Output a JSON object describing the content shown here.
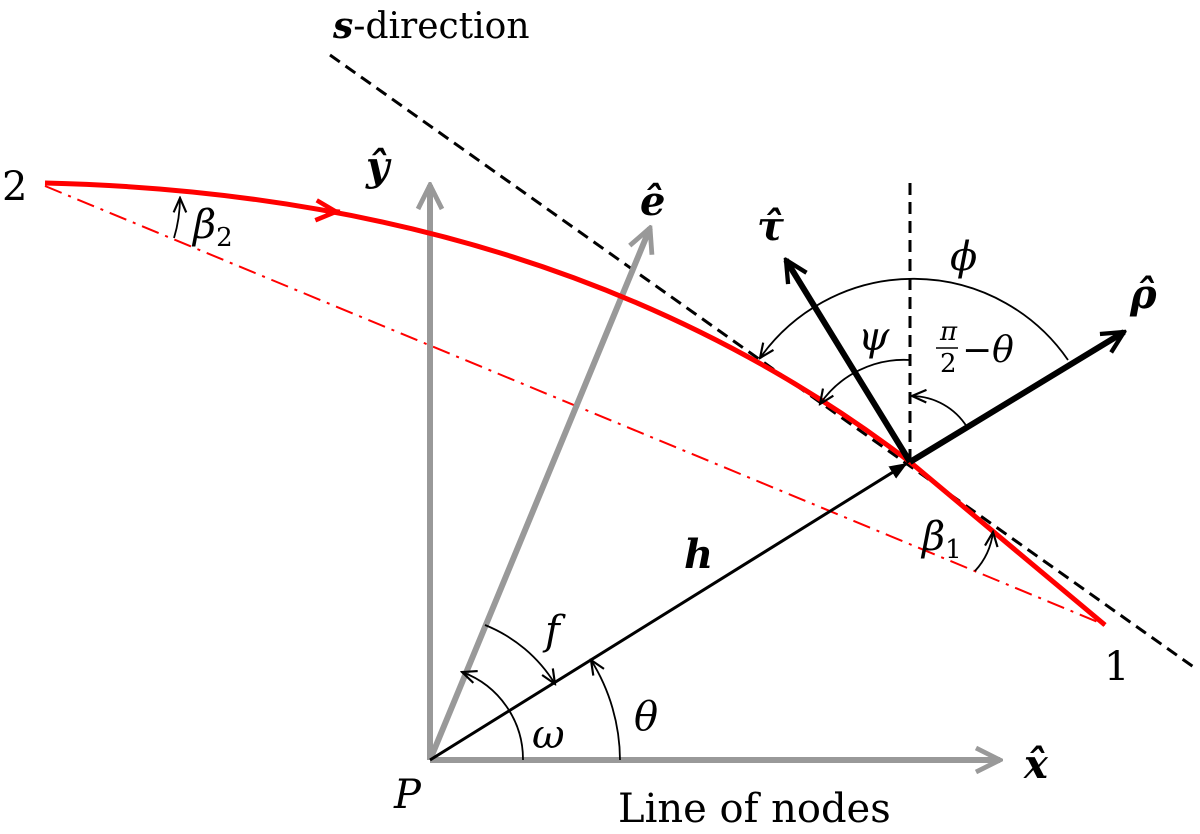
{
  "labels": {
    "s_dir_main": "s",
    "s_dir_rest": "-direction",
    "point_1": "1",
    "point_2": "2",
    "origin": "P",
    "line_of_nodes": "Line of nodes",
    "y_hat": "ŷ",
    "x_hat": "x̂",
    "e_hat": "ê",
    "tau_hat": "τ̂",
    "rho_hat": "ρ̂",
    "h": "h",
    "phi": "ϕ",
    "psi": "ψ",
    "pi": "π",
    "two": "2",
    "minus_theta": "−θ",
    "theta": "θ",
    "omega": "ω",
    "f": "f",
    "beta": "β",
    "beta1_sub": "1",
    "beta2_sub": "2"
  },
  "colors": {
    "trajectory": "#ff0000",
    "frame_axes": "#999999",
    "vectors": "#000000",
    "guides": "#000000"
  }
}
